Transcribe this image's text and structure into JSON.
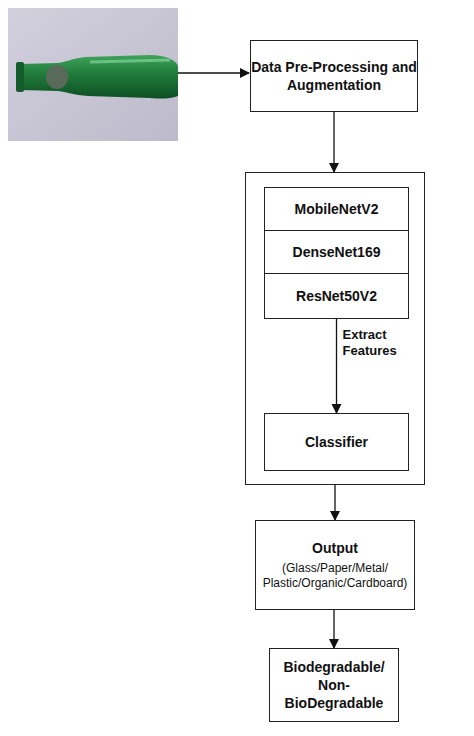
{
  "diagram": {
    "nodes": [
      {
        "text": [
          "Data Pre-Processing and Augmentation"
        ]
      },
      {
        "text": []
      },
      {
        "text": [
          "MobileNetV2"
        ],
        "in": 1
      },
      {
        "text": [
          "DenseNet169"
        ],
        "in": 1
      },
      {
        "text": [
          "ResNet50V2"
        ],
        "in": 1
      },
      {
        "text": [
          "Classifier"
        ],
        "in": 1
      },
      {
        "text": [
          "Output",
          "(Glass/Paper/Metal/ Plastic/Organic/Cardboard)"
        ]
      },
      {
        "text": [
          "Biodegradable/ Non-BioDegradable"
        ]
      }
    ],
    "edges": [
      {
        "from": 0,
        "to": 1,
        "arrow": "to"
      },
      {
        "from": 4,
        "to": 5,
        "label": "Extract Features",
        "arrow": "to"
      },
      {
        "from": 1,
        "to": 6,
        "arrow": "to"
      },
      {
        "from": 6,
        "to": 7,
        "arrow": "to"
      }
    ]
  }
}
